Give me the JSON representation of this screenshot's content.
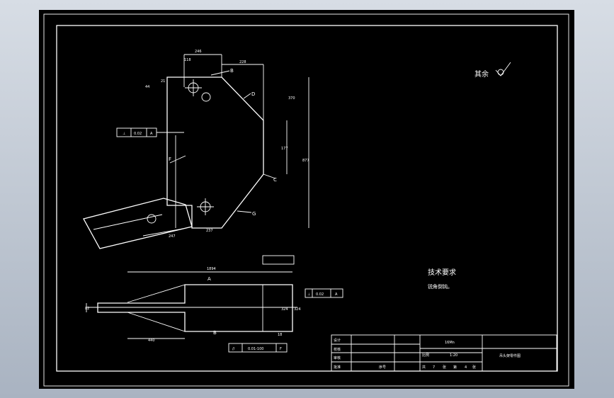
{
  "notes": {
    "roughness_label": "其余",
    "tech_title": "技术要求",
    "tech_body": "锐角倒钝。"
  },
  "views": {
    "top": {
      "points": [
        "B",
        "D",
        "C",
        "F",
        "G"
      ],
      "dimensions": [
        "246",
        "118",
        "44",
        "21",
        "228",
        "370",
        "177",
        "877",
        "247",
        "237"
      ]
    },
    "front": {
      "labels": [
        "A",
        "B"
      ],
      "dimensions": [
        "1894",
        "324",
        "324",
        "18",
        "440",
        "82"
      ]
    }
  },
  "tolerances": [
    {
      "symbol": "⊥",
      "value": "0.02",
      "datum": "A"
    },
    {
      "symbol": "//",
      "value": "0.01-100",
      "datum": "F"
    }
  ],
  "title_block": {
    "labels": [
      "设计",
      "校核",
      "审核",
      "批准",
      "序号",
      "比例",
      "共",
      "张",
      "第",
      "张"
    ],
    "material": "16Mn",
    "scale": "1:20",
    "sheet_total": "7",
    "sheet_no": "4",
    "drawing_name": "吊头架零件图"
  },
  "colors": {
    "drawing_bg": "#000000",
    "line": "#ffffff"
  }
}
